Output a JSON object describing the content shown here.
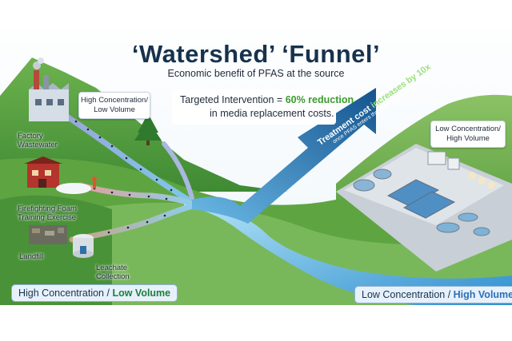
{
  "header": {
    "title": "‘Watershed’ ‘Funnel’",
    "subtitle": "Economic benefit of PFAS at the source"
  },
  "callout": {
    "prefix": "Targeted Intervention = ",
    "highlight": "60% reduction",
    "line2": "in media replacement costs."
  },
  "badges": {
    "left": [
      "High Concentration/",
      "Low Volume"
    ],
    "right": [
      "Low Concentration/",
      "High Volume"
    ]
  },
  "sources": {
    "factory": [
      "Factory",
      "Wastewater"
    ],
    "foam": [
      "Firefighting Foam",
      "Training Exercise"
    ],
    "landfill": [
      "Landfill"
    ],
    "leachate": [
      "Leachate",
      "Collection"
    ]
  },
  "arrow": {
    "main_prefix": "Treatment cost ",
    "main_highlight": "increases by 10x",
    "sub": "once PFAS enters the general municipal influent."
  },
  "footer": {
    "left_a": "High Concentration",
    "left_sep": " / ",
    "left_b": "Low Volume",
    "right_a": "Low Concentration",
    "right_sep": " / ",
    "right_b": "High Volume"
  },
  "colors": {
    "title": "#17324d",
    "accent_green": "#3a9b2e",
    "accent_blue": "#2d6fb6",
    "arrow_blue": "#1f6fb2",
    "hill_green": "#4e9b3a",
    "river": "#5bb6e6"
  }
}
